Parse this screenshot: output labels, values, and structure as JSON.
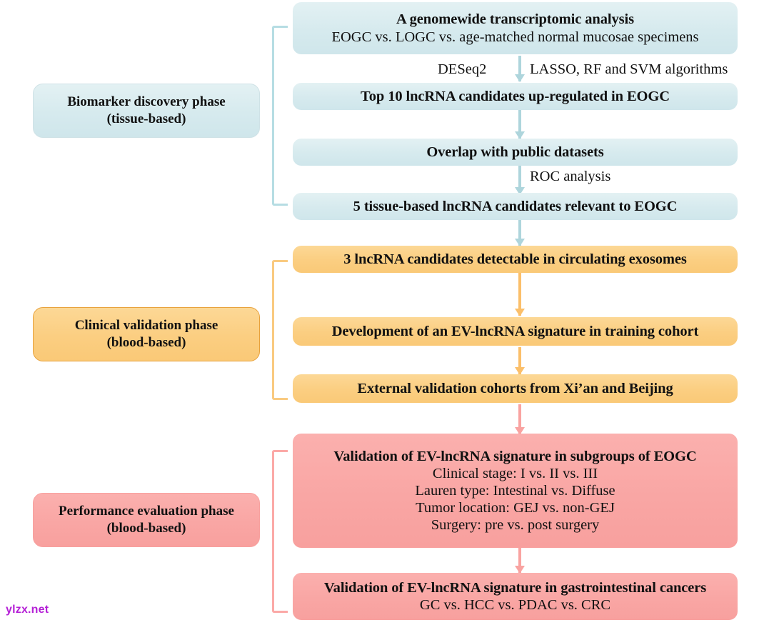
{
  "watermark": {
    "text": "ylzx.net",
    "color": "#b41fd6"
  },
  "palette": {
    "blue_fill": "#d6eaee",
    "blue_line": "#aed5dc",
    "orange_fill": "#fbce81",
    "orange_line": "#fbbf6a",
    "orange_border": "#e8a23c",
    "pink_fill": "#f9a6a4",
    "pink_line": "#f9a3a1"
  },
  "phases": [
    {
      "id": "biomarker-discovery",
      "line1": "Biomarker discovery phase",
      "line2": "(tissue-based)",
      "color": "blue"
    },
    {
      "id": "clinical-validation",
      "line1": "Clinical validation phase",
      "line2": "(blood-based)",
      "color": "orange"
    },
    {
      "id": "performance-evaluation",
      "line1": "Performance evaluation phase",
      "line2": "(blood-based)",
      "color": "pink"
    }
  ],
  "nodes": [
    {
      "id": "genomewide-analysis",
      "color": "blue",
      "bold": "A genomewide transcriptomic analysis",
      "lines": [
        "EOGC vs. LOGC vs. age-matched normal mucosae specimens"
      ]
    },
    {
      "id": "top10-lncrna",
      "color": "blue",
      "bold": "Top 10 lncRNA candidates up-regulated in EOGC",
      "lines": []
    },
    {
      "id": "overlap-public-datasets",
      "color": "blue",
      "bold": "Overlap with public datasets",
      "lines": []
    },
    {
      "id": "five-tissue-lncrna",
      "color": "blue",
      "bold": "5 tissue-based lncRNA candidates relevant to EOGC",
      "lines": []
    },
    {
      "id": "three-lncrna-exosomes",
      "color": "orange",
      "bold": "3 lncRNA candidates detectable in circulating exosomes",
      "lines": []
    },
    {
      "id": "ev-lncrna-signature-training",
      "color": "orange",
      "bold": "Development of an EV-lncRNA signature in training cohort",
      "lines": []
    },
    {
      "id": "external-validation-cohorts",
      "color": "orange",
      "bold": "External validation cohorts from Xi’an and Beijing",
      "lines": []
    },
    {
      "id": "validation-subgroups-eogc",
      "color": "pink",
      "bold": "Validation of EV-lncRNA signature in subgroups of EOGC",
      "lines": [
        "Clinical stage: I vs. II vs. III",
        "Lauren type: Intestinal vs. Diffuse",
        "Tumor location: GEJ vs. non-GEJ",
        "Surgery: pre vs. post surgery"
      ]
    },
    {
      "id": "validation-gi-cancers",
      "color": "pink",
      "bold": "Validation of EV-lncRNA signature in gastrointestinal cancers",
      "lines": [
        "GC vs. HCC vs. PDAC vs. CRC"
      ]
    }
  ],
  "edge_labels": [
    {
      "id": "deseq2",
      "text": "DESeq2"
    },
    {
      "id": "lasso-rf-svm",
      "text": "LASSO, RF and SVM algorithms"
    },
    {
      "id": "roc-analysis",
      "text": "ROC analysis"
    }
  ]
}
